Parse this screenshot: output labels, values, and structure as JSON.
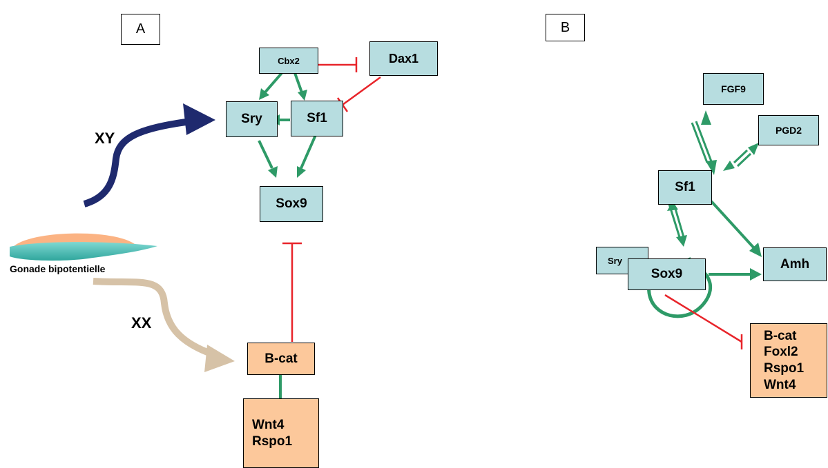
{
  "panels": {
    "a": "A",
    "b": "B"
  },
  "left": {
    "cbx2": "Cbx2",
    "dax1": "Dax1",
    "sry": "Sry",
    "sf1": "Sf1",
    "sox9": "Sox9",
    "bcat": "B-cat",
    "wnt4": "Wnt4",
    "rspo1": "Rspo1",
    "xy": "XY",
    "xx": "XX",
    "gonad_label": "Gonade bipotentielle"
  },
  "right": {
    "fgf9": "FGF9",
    "pgd2": "PGD2",
    "sf1": "Sf1",
    "sry": "Sry",
    "sox9": "Sox9",
    "amh": "Amh",
    "repressed": [
      "B-cat",
      "Foxl2",
      "Rspo1",
      "Wnt4"
    ]
  },
  "colors": {
    "node_male": "#b7dde0",
    "node_female": "#fcc89b",
    "activation": "#2e9a67",
    "repression": "#e8242a",
    "xy_arrow": "#1f2a6e",
    "xx_arrow": "#d6c2a7"
  }
}
